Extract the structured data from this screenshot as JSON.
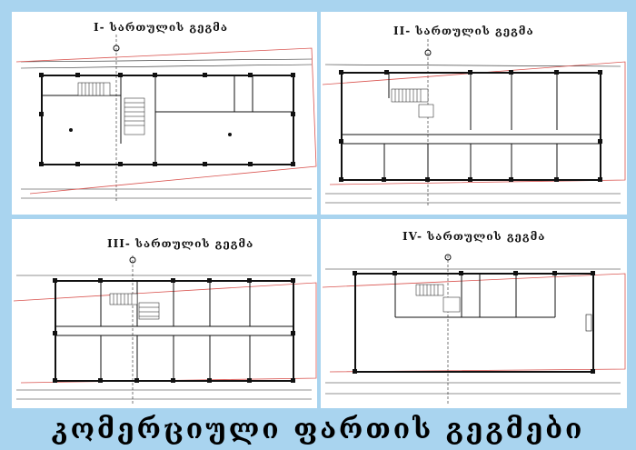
{
  "panels": [
    {
      "id": "p1",
      "title": "I- სართულის გეგმა"
    },
    {
      "id": "p2",
      "title": "II- სართულის გეგმა"
    },
    {
      "id": "p3",
      "title": "III- სართულის გეგმა"
    },
    {
      "id": "p4",
      "title": "IV- სართულის გეგმა"
    }
  ],
  "caption": "კომერციული ფართის გეგმები",
  "colors": {
    "background": "#a9d4ef",
    "panel": "#ffffff",
    "ink": "#111111",
    "redline": "#d9534f"
  }
}
